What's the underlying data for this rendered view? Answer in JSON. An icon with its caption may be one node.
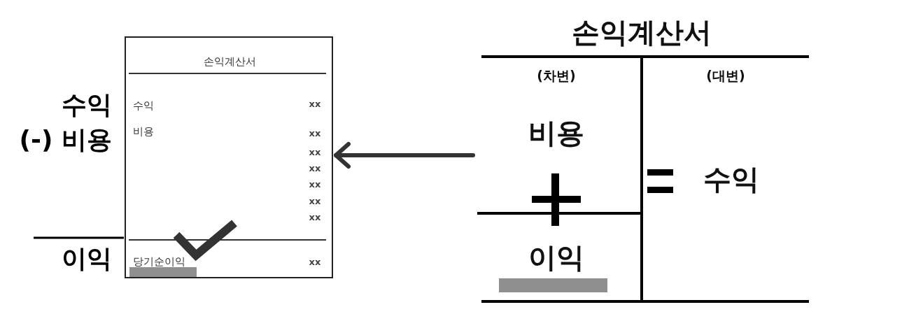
{
  "diagram": {
    "nodes": [
      {
        "text": [
          "손익계산서",
          "수익",
          "xx",
          "비용",
          "xx",
          "xx",
          "xx",
          "xx",
          "xx",
          "xx",
          "당기순이익",
          "xx"
        ],
        "beside": [
          "수익",
          "(-) 비용",
          "이익"
        ]
      },
      {
        "text": [
          "손익계산서",
          "(차변)",
          "(대변)",
          "비용",
          "수익",
          "이익"
        ]
      }
    ],
    "edges": [
      {
        "from": 1,
        "to": 0,
        "arrow": "to"
      }
    ]
  }
}
